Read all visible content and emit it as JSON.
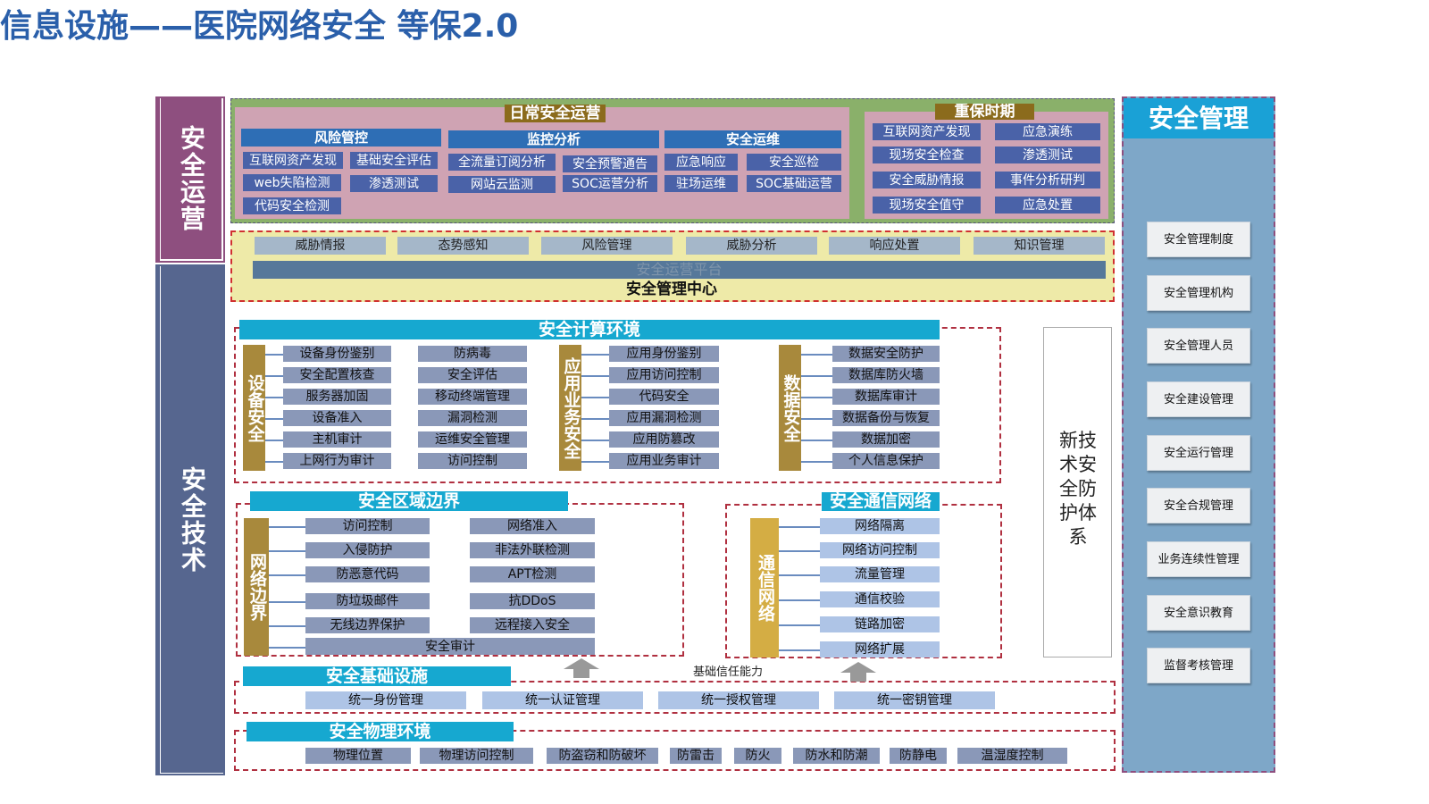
{
  "title": "信息设施——医院网络安全 等保2.0",
  "side": {
    "ops": "安全运营",
    "tech": "安全技术"
  },
  "daily": {
    "heading": "日常安全运营",
    "risk": {
      "header": "风险管控",
      "items": [
        "互联网资产发现",
        "基础安全评估",
        "web失陷检测",
        "渗透测试",
        "代码安全检测"
      ]
    },
    "monitor": {
      "header": "监控分析",
      "items": [
        "全流量订阅分析",
        "安全预警通告",
        "网站云监测",
        "SOC运营分析"
      ]
    },
    "opsm": {
      "header": "安全运维",
      "items": [
        "应急响应",
        "安全巡检",
        "驻场运维",
        "SOC基础运营"
      ]
    }
  },
  "keyperiod": {
    "heading": "重保时期",
    "items": [
      "互联网资产发现",
      "应急演练",
      "现场安全检查",
      "渗透测试",
      "安全威胁情报",
      "事件分析研判",
      "现场安全值守",
      "应急处置"
    ]
  },
  "center": {
    "items": [
      "威胁情报",
      "态势感知",
      "风险管理",
      "威胁分析",
      "响应处置",
      "知识管理"
    ],
    "platform": "安全运营平台",
    "title": "安全管理中心"
  },
  "compute": {
    "header": "安全计算环境",
    "device_label": "设备安全",
    "device_col1": [
      "设备身份鉴别",
      "安全配置核查",
      "服务器加固",
      "设备准入",
      "主机审计",
      "上网行为审计"
    ],
    "device_col2": [
      "防病毒",
      "安全评估",
      "移动终端管理",
      "漏洞检测",
      "运维安全管理",
      "访问控制"
    ],
    "app_label": "应用业务安全",
    "app_items": [
      "应用身份鉴别",
      "应用访问控制",
      "代码安全",
      "应用漏洞检测",
      "应用防篡改",
      "应用业务审计"
    ],
    "data_label": "数据安全",
    "data_items": [
      "数据安全防护",
      "数据库防火墙",
      "数据库审计",
      "数据备份与恢复",
      "数据加密",
      "个人信息保护"
    ]
  },
  "newtech": "新技术安全防护体系",
  "boundary": {
    "header": "安全区域边界",
    "label": "网络边界",
    "col1": [
      "访问控制",
      "入侵防护",
      "防恶意代码",
      "防垃圾邮件",
      "无线边界保护"
    ],
    "col2": [
      "网络准入",
      "非法外联检测",
      "APT检测",
      "抗DDoS",
      "远程接入安全"
    ],
    "audit": "安全审计"
  },
  "comm": {
    "header": "安全通信网络",
    "label": "通信网络",
    "items": [
      "网络隔离",
      "网络访问控制",
      "流量管理",
      "通信校验",
      "链路加密",
      "网络扩展"
    ]
  },
  "trust_label": "基础信任能力",
  "infra": {
    "header": "安全基础设施",
    "items": [
      "统一身份管理",
      "统一认证管理",
      "统一授权管理",
      "统一密钥管理"
    ]
  },
  "physical": {
    "header": "安全物理环境",
    "items": [
      "物理位置",
      "物理访问控制",
      "防盗窃和防破坏",
      "防雷击",
      "防火",
      "防水和防潮",
      "防静电",
      "温湿度控制"
    ]
  },
  "management": {
    "header": "安全管理",
    "items": [
      "安全管理制度",
      "安全管理机构",
      "安全管理人员",
      "安全建设管理",
      "安全运行管理",
      "安全合规管理",
      "业务连续性管理",
      "安全意识教育",
      "监督考核管理"
    ]
  },
  "colors": {
    "title": "#2a5faa",
    "ops_side": "#8e4f7f",
    "tech_side": "#56668f",
    "teal": "#16a8d0",
    "tan": "#a8893c"
  }
}
